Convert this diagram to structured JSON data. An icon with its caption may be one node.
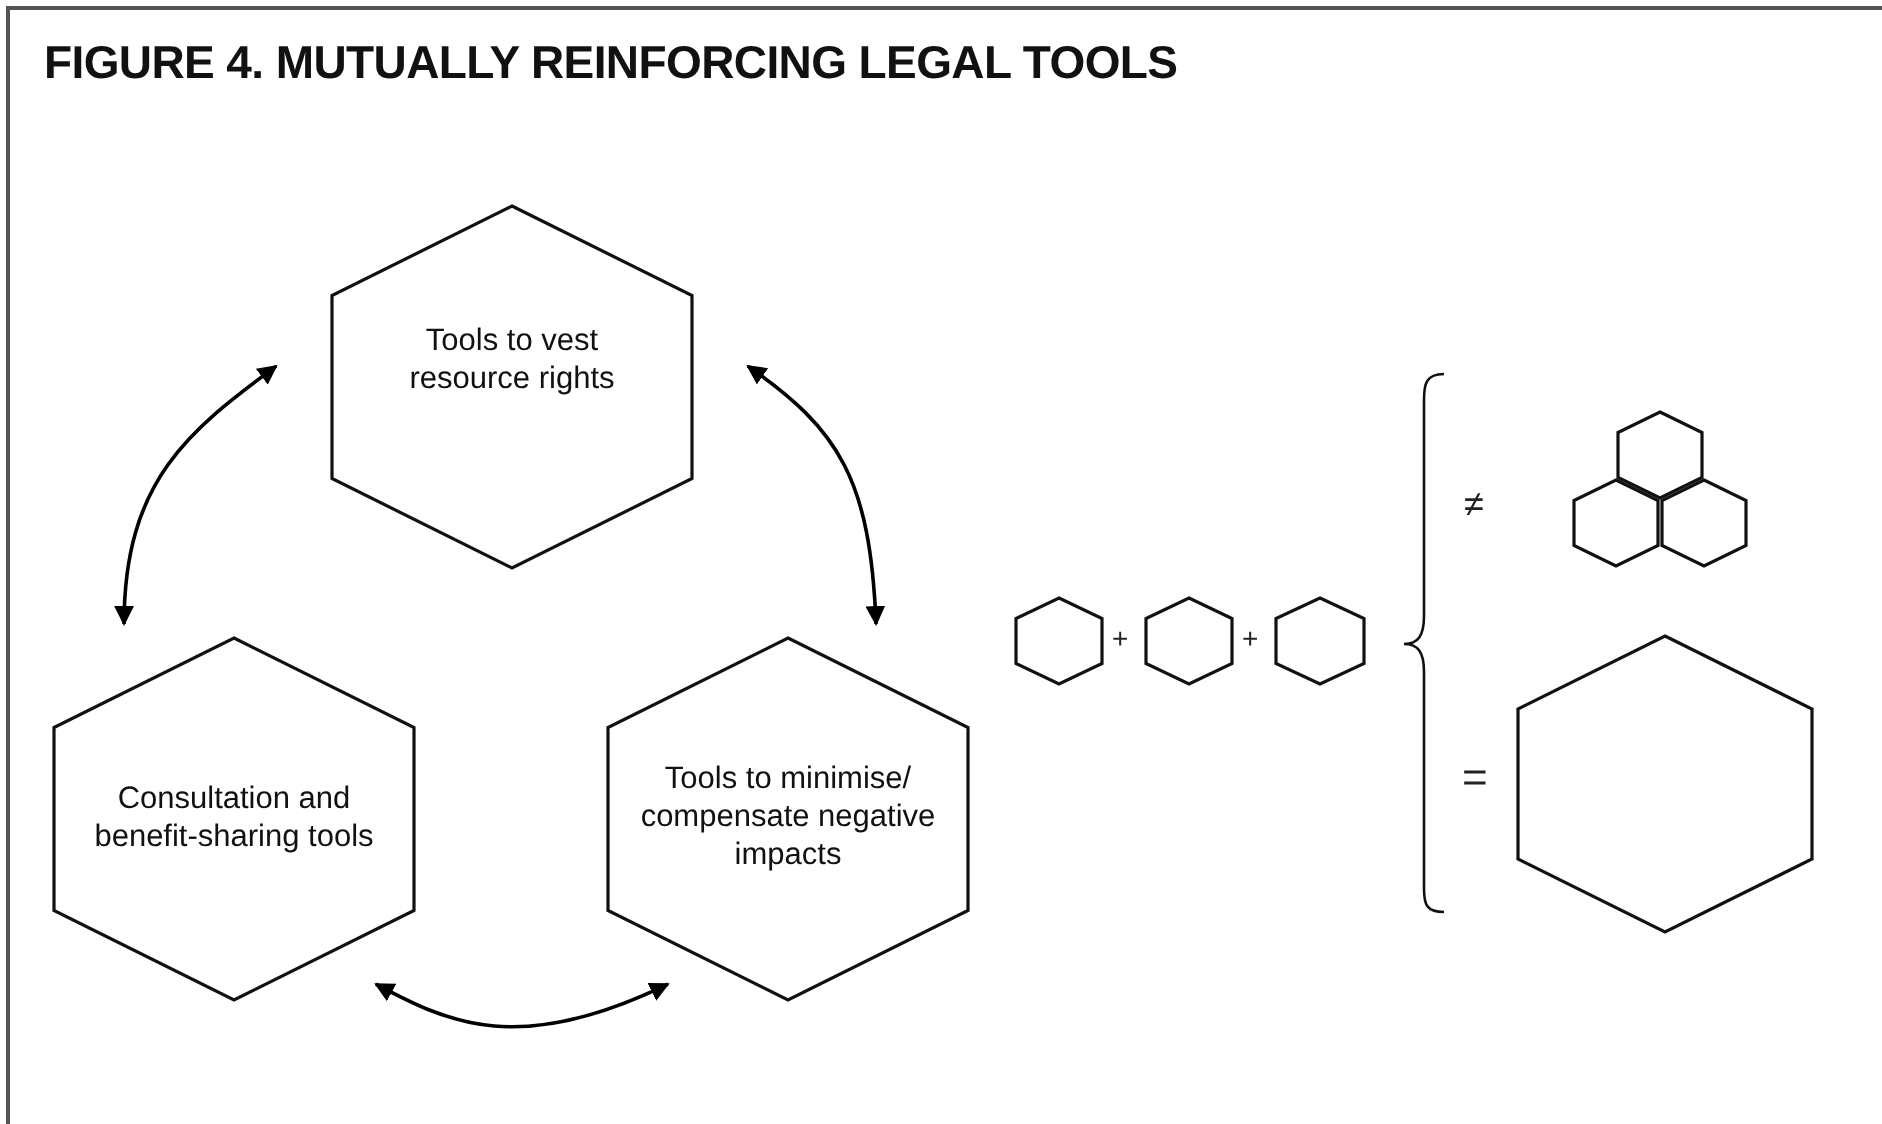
{
  "diagram": {
    "title": "FIGURE 4. MUTUALLY REINFORCING LEGAL TOOLS",
    "nodes": [
      {
        "text": [
          "Tools to vest resource rights"
        ]
      },
      {
        "text": [
          "Consultation and benefit-sharing tools"
        ]
      },
      {
        "text": [
          "Tools to minimise/ compensate negative impacts"
        ]
      },
      {
        "text": [],
        "shape": "hexagon"
      },
      {
        "text": [],
        "shape": "hexagon"
      },
      {
        "text": [],
        "shape": "hexagon"
      },
      {
        "text": [],
        "shape": "hexagon"
      },
      {
        "text": [],
        "shape": "hexagon"
      },
      {
        "text": [],
        "shape": "hexagon"
      },
      {
        "text": [],
        "shape": "hexagon"
      }
    ],
    "edges": [
      {
        "from": 0,
        "to": 1,
        "arrow": "both"
      },
      {
        "from": 0,
        "to": 2,
        "arrow": "both"
      },
      {
        "from": 1,
        "to": 2,
        "arrow": "both"
      }
    ],
    "labels": [
      "+",
      "+",
      "≠",
      "="
    ]
  }
}
